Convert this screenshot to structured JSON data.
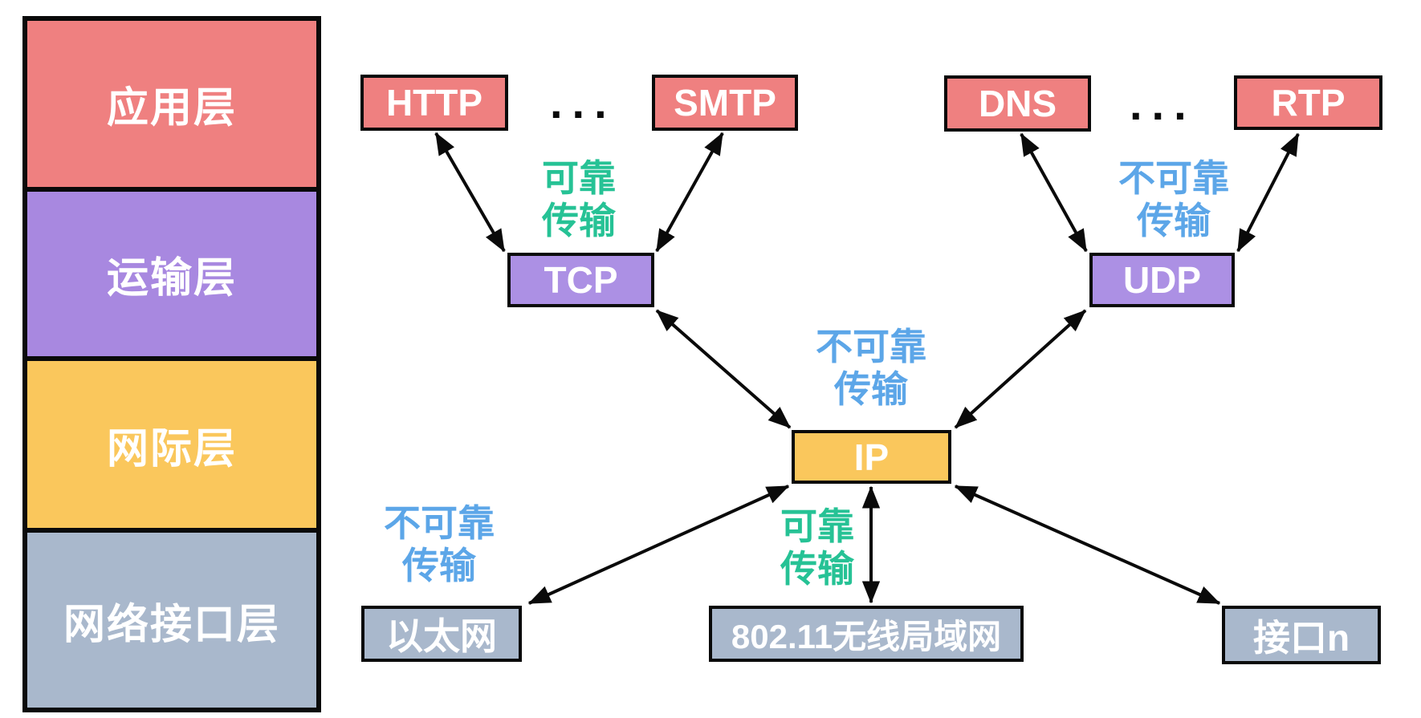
{
  "layers": [
    {
      "label": "应用层",
      "color": "#EF8080"
    },
    {
      "label": "运输层",
      "color": "#A888E0"
    },
    {
      "label": "网际层",
      "color": "#FAC75C"
    },
    {
      "label": "网络接口层",
      "color": "#A9B8CC"
    }
  ],
  "boxes": {
    "http": "HTTP",
    "smtp": "SMTP",
    "dns": "DNS",
    "rtp": "RTP",
    "tcp": "TCP",
    "udp": "UDP",
    "ip": "IP",
    "ethernet": "以太网",
    "wlan": "802.11无线局域网",
    "interface_n": "接口n"
  },
  "ellipsis_left": "...",
  "ellipsis_right": "...",
  "annotations": {
    "tcp_reliable": "可靠\n传输",
    "udp_unreliable": "不可靠\n传输",
    "ip_unreliable": "不可靠\n传输",
    "ethernet_unreliable": "不可靠\n传输",
    "wlan_reliable": "可靠\n传输"
  },
  "colors": {
    "salmon_box": "#EF8080",
    "purple_box": "#AC90E4",
    "yellow_box": "#FAC75C",
    "gray_blue_box": "#A9B8CC",
    "reliable_text_green": "#26C295",
    "unreliable_text_blue": "#5CA6E8",
    "line_black": "#0A0A0A",
    "box_text_white": "#FFFFFF"
  }
}
